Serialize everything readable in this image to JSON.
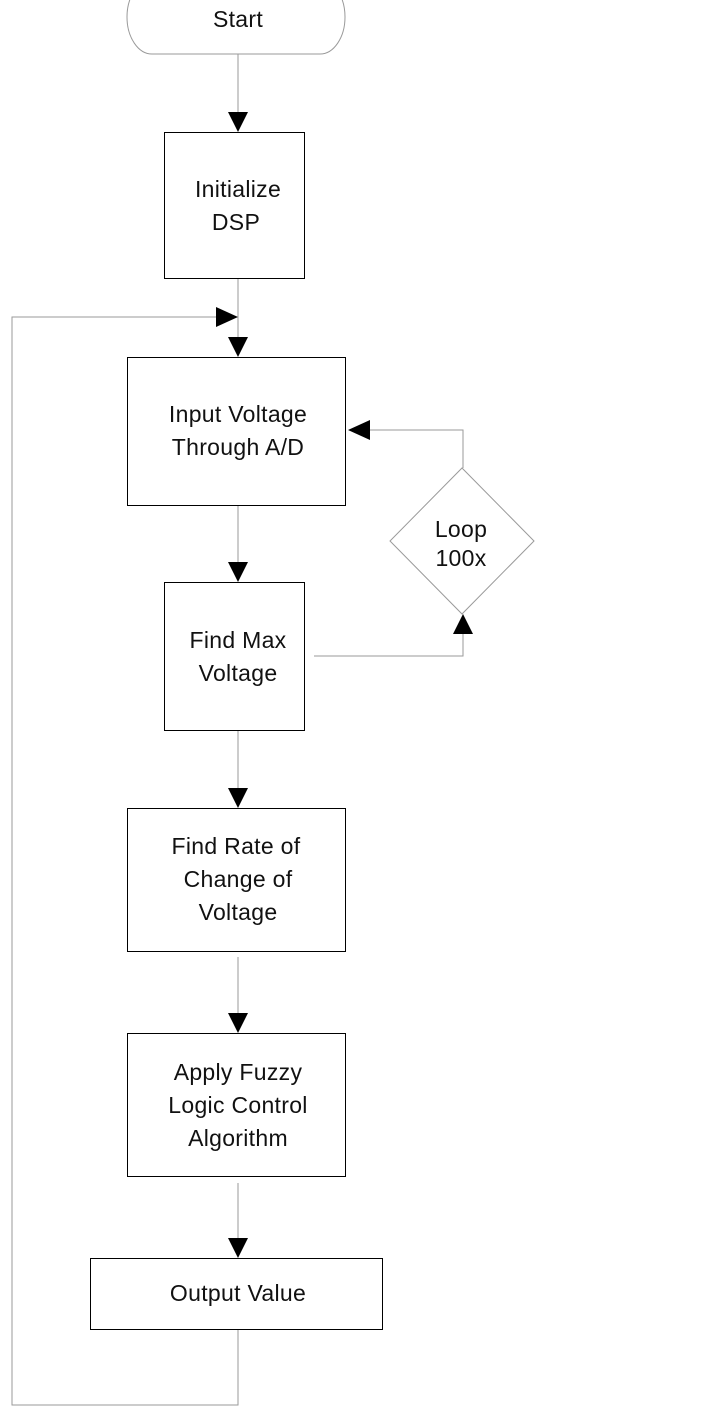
{
  "nodes": {
    "start": {
      "lines": [
        "Start"
      ]
    },
    "initialize": {
      "lines": [
        "Initialize",
        "DSP"
      ]
    },
    "input_voltage": {
      "lines": [
        "Input Voltage",
        "Through A/D"
      ]
    },
    "loop": {
      "lines": [
        "Loop",
        "100x"
      ]
    },
    "find_max": {
      "lines": [
        "Find Max",
        "Voltage"
      ]
    },
    "rate_of_change": {
      "lines": [
        "Find Rate of",
        "Change of",
        "Voltage"
      ]
    },
    "fuzzy_logic": {
      "lines": [
        "Apply Fuzzy",
        "Logic Control",
        "Algorithm"
      ]
    },
    "output": {
      "lines": [
        "Output Value"
      ]
    }
  },
  "colors": {
    "stroke": "#000000",
    "connector": "#9a9a9a",
    "text": "#111111",
    "background": "#ffffff"
  }
}
